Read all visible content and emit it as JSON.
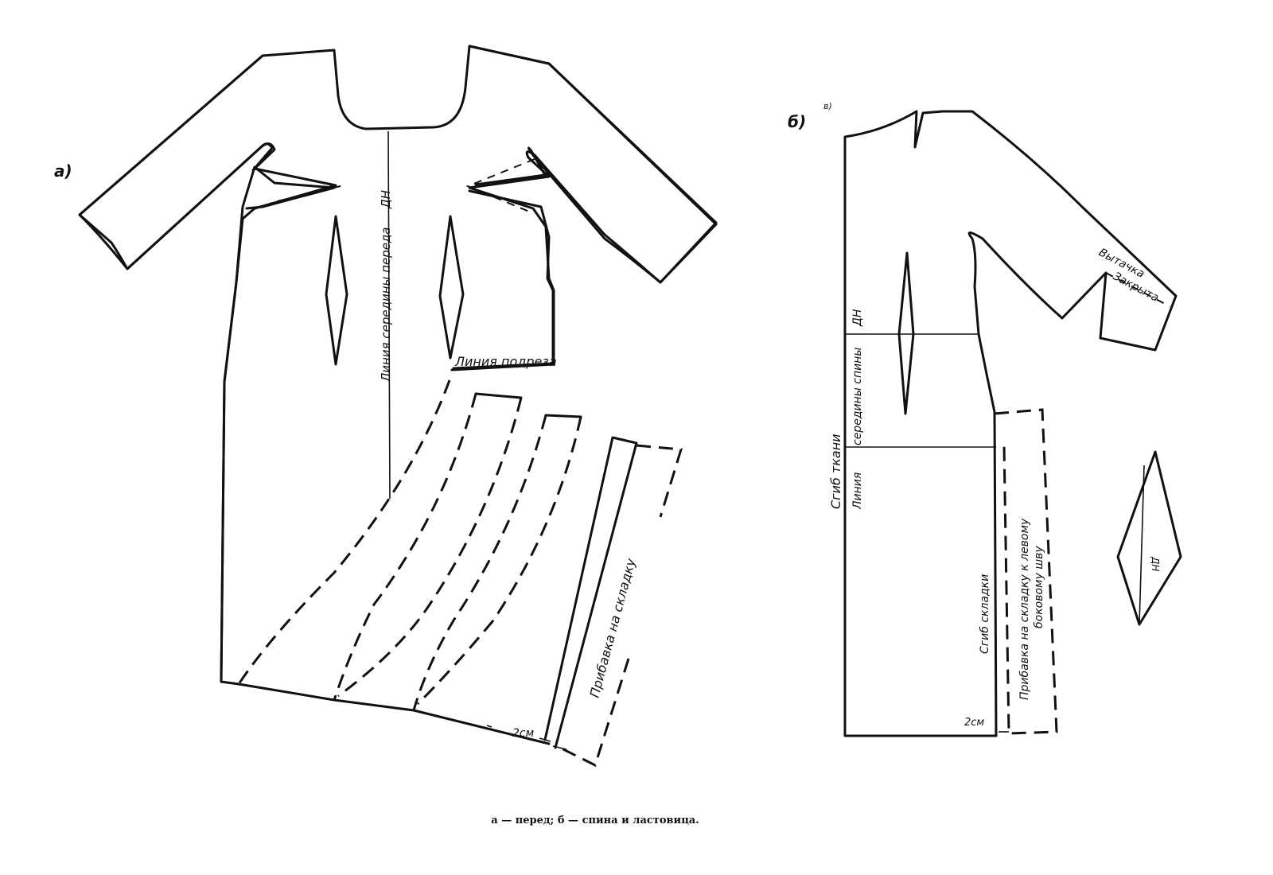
{
  "figure": {
    "caption": "а — перед; б — спина и ластовица.",
    "panel_a": {
      "label": "а)",
      "center_front_line": "Линия середины переда",
      "dn_mark": "ДН",
      "cut_line": "Линия подреза",
      "pleat_allowance": "Прибавка на складку",
      "measure": "2см"
    },
    "panel_b": {
      "label": "б)",
      "small_mark": "в)",
      "fabric_fold": "Сгиб ткани",
      "center_back_line_1": "Линия",
      "center_back_line_2": "середины спины",
      "dn_mark": "ДН",
      "dart_1": "Вытачка",
      "dart_2": "Закрыта",
      "pleat_fold": "Сгиб складки",
      "pleat_allowance_1": "Прибавка на складку к левому",
      "pleat_allowance_2": "боковому шву",
      "measure": "2см",
      "gusset_dn": "ДН"
    }
  }
}
